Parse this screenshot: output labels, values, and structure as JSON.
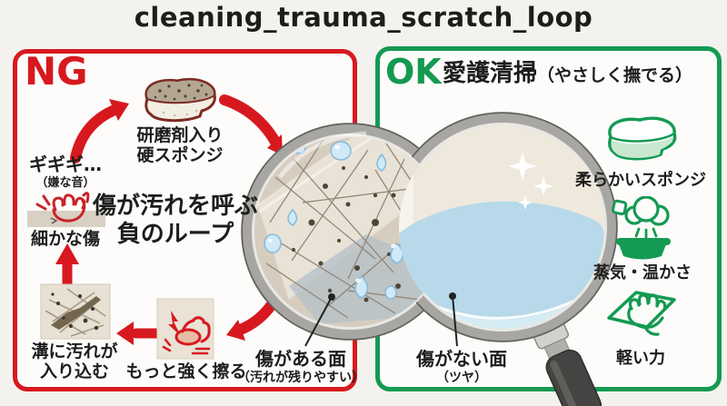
{
  "title": "cleaning_trauma_scratch_loop",
  "colors": {
    "ng_red": "#d7191f",
    "ok_green": "#149a52",
    "background": "#f4f2ee"
  },
  "ng_panel": {
    "label": "NG",
    "loop_caption": {
      "line1": "傷が汚れを呼ぶ",
      "line2": "負のループ"
    },
    "hard_sponge": {
      "line1": "研磨剤入り",
      "line2": "硬スポンジ",
      "icon": "hard-sponge-icon"
    },
    "noise": {
      "sound": "ギギギ…",
      "note": "（嫌な音）"
    },
    "fine_scratches": {
      "label": "細かな傷",
      "icon": "scratch-hand-icon"
    },
    "groove_dirt": {
      "line1": "溝に汚れが",
      "line2": "入り込む",
      "icon": "groove-dirt-icon"
    },
    "scrub_harder": {
      "label": "もっと強く擦る",
      "icon": "scrub-hand-icon"
    },
    "scratched_surface": {
      "label": "傷がある面",
      "note": "（汚れが残りやすい）"
    }
  },
  "ok_panel": {
    "label": "OK",
    "heading": {
      "main": "愛護清掃",
      "sub": "（やさしく撫でる）"
    },
    "items": [
      {
        "label": "柔らかいスポンジ",
        "icon": "soft-sponge-icon"
      },
      {
        "label": "蒸気・温かさ",
        "icon": "steam-warmth-icon"
      },
      {
        "label": "軽い力",
        "icon": "light-touch-icon"
      }
    ],
    "clean_surface": {
      "label": "傷がない面",
      "note": "（ツヤ）"
    }
  }
}
